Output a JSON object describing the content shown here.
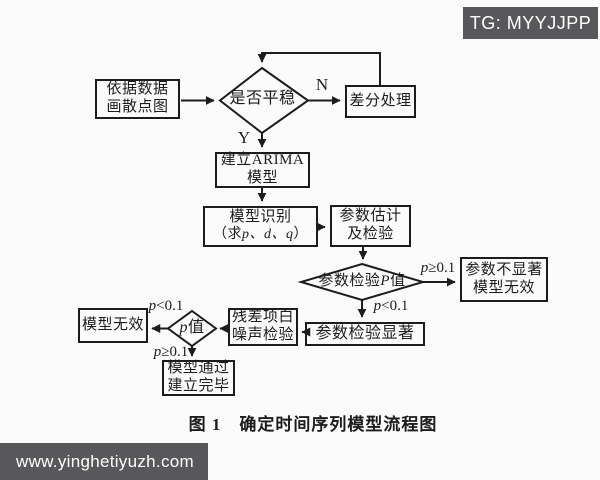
{
  "watermarks": {
    "tg_badge": "TG: MYYJJPP",
    "site_bar": "www.yinghetiyuzh.com"
  },
  "caption": "图 1　确定时间序列模型流程图",
  "colors": {
    "ink": "#1c1c1c",
    "background": "#fbfbfb",
    "watermark_bg": "#58585b",
    "watermark_text": "#ffffff"
  },
  "flowchart": {
    "nodes": {
      "scatter": {
        "text": "依据数据\n画散点图"
      },
      "stationary": {
        "text": "是否平稳"
      },
      "difference": {
        "text": "差分处理"
      },
      "arima": {
        "text": "建立ARIMA\n模型"
      },
      "identify": {
        "line1": "模型识别",
        "line2_open": "（求",
        "line2_vars": "p、d、q",
        "line2_close": "）"
      },
      "estimate": {
        "text": "参数估计\n及检验"
      },
      "pvalue_check": {
        "prefix": "参数检验",
        "var": "P",
        "suffix": "值"
      },
      "insignificant": {
        "text": "参数不显著\n模型无效"
      },
      "significant": {
        "text": "参数检验显著"
      },
      "residual": {
        "text": "残差项白\n噪声检验"
      },
      "p_diamond": {
        "var": "p",
        "suffix": "值"
      },
      "invalid": {
        "text": "模型无效"
      },
      "complete": {
        "text": "模型通过\n建立完毕"
      }
    },
    "labels": {
      "n": "N",
      "y": "Y",
      "p_ge_right": {
        "var": "p",
        "rest": "≥0.1"
      },
      "p_lt_down": {
        "var": "p",
        "rest": "<0.1"
      },
      "p_lt_left": {
        "var": "p",
        "rest": "<0.1"
      },
      "p_ge_down": {
        "var": "p",
        "rest": "≥0.1"
      }
    }
  }
}
